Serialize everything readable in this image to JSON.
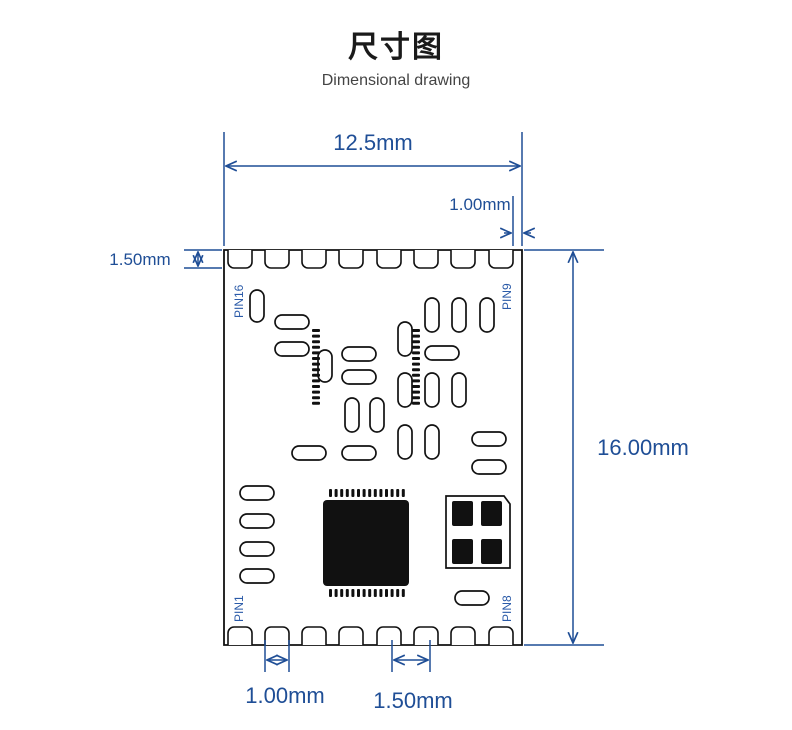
{
  "header": {
    "title": "尺寸图",
    "subtitle": "Dimensional drawing"
  },
  "dimensions": {
    "width": "12.5mm",
    "pad_width_top": "1.00mm",
    "pad_height_left": "1.50mm",
    "height": "16.00mm",
    "pad_width_bottom": "1.00mm",
    "pad_pitch_bottom": "1.50mm"
  },
  "pins": {
    "pin16": "PIN16",
    "pin9": "PIN9",
    "pin1": "PIN1",
    "pin8": "PIN8"
  },
  "colors": {
    "dimension": "#1f4e96",
    "outline": "#111111",
    "chip": "#111111"
  }
}
